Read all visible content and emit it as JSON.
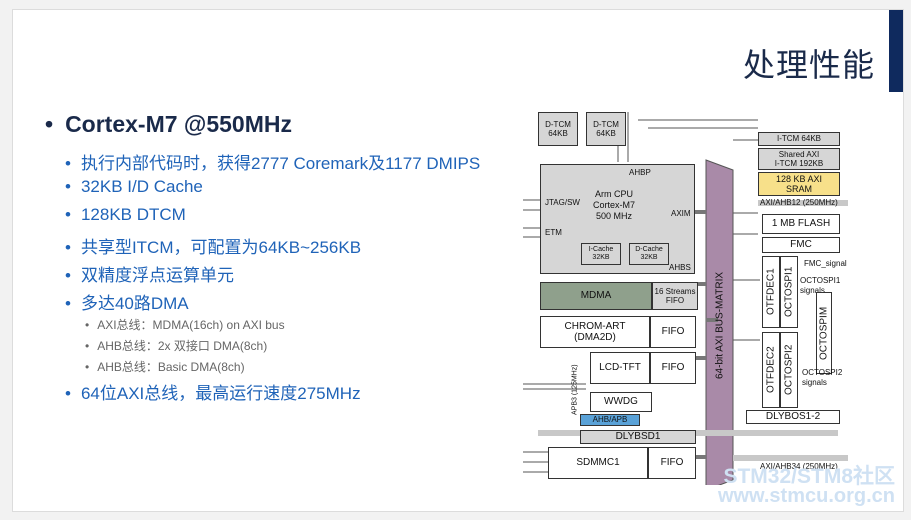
{
  "slide": {
    "title": "处理性能",
    "main_bullet": "Cortex-M7 @550MHz",
    "sub_bullets": [
      "执行内部代码时，获得2777 Coremark及1177 DMIPS",
      "32KB I/D Cache",
      "128KB DTCM",
      "共享型ITCM，可配置为64KB~256KB",
      "双精度浮点运算单元",
      "多达40路DMA"
    ],
    "dma_bullets": [
      "AXI总线：MDMA(16ch) on AXI bus",
      "AHB总线：2x 双接口 DMA(8ch)",
      "AHB总线：Basic DMA(8ch)"
    ],
    "last_bullet": "64位AXI总线，最高运行速度275MHz",
    "bullet_char": "•"
  },
  "diagram": {
    "dtcm1": "D-TCM\n64KB",
    "dtcm2": "D-TCM\n64KB",
    "ahbp": "AHBP",
    "jtag": "JTAG/SW",
    "etm": "ETM",
    "cpu": "Arm CPU\nCortex-M7\n500 MHz",
    "axim": "AXIM",
    "icache": "I-Cache\n32KB",
    "dcache": "D-Cache\n32KB",
    "ahbs": "AHBS",
    "itcm": "I-TCM 64KB",
    "shared_itcm": "Shared AXI\nI-TCM 192KB",
    "axi_sram": "128 KB AXI\nSRAM",
    "axi_ahb12": "AXI/AHB12 (250MHz)",
    "flash": "1 MB FLASH",
    "fmc": "FMC",
    "fmc_signal": "FMC_signal",
    "otfdec1": "OTFDEC1",
    "octospi1": "OCTOSPI1",
    "octospi1_signals": "OCTOSPI1\nsignals",
    "octospim": "OCTOSPIM",
    "otfdec2": "OTFDEC2",
    "octospi2": "OCTOSPI2",
    "octospi2_signals": "OCTOSPI2\nsignals",
    "dlybos": "DLYBOS1-2",
    "mdma": "MDMA",
    "mdma_fifo": "16 Streams\nFIFO",
    "chrom": "CHROM-ART\n(DMA2D)",
    "fifo_chrom": "FIFO",
    "lcd": "LCD-TFT",
    "fifo_lcd": "FIFO",
    "apb3": "APB3 (125MHz)",
    "wwdg": "WWDG",
    "ahb_apb": "AHB/APB",
    "dlybsd1": "DLYBSD1",
    "sdmmc1": "SDMMC1",
    "fifo_sd": "FIFO",
    "bus_matrix": "64-bit AXI BUS-MATRIX",
    "axi_ahb34": "AXI/AHB34 (250MHz)"
  },
  "watermark": {
    "line1": "STM32/STM8社区",
    "line2": "www.stmcu.org.cn"
  }
}
